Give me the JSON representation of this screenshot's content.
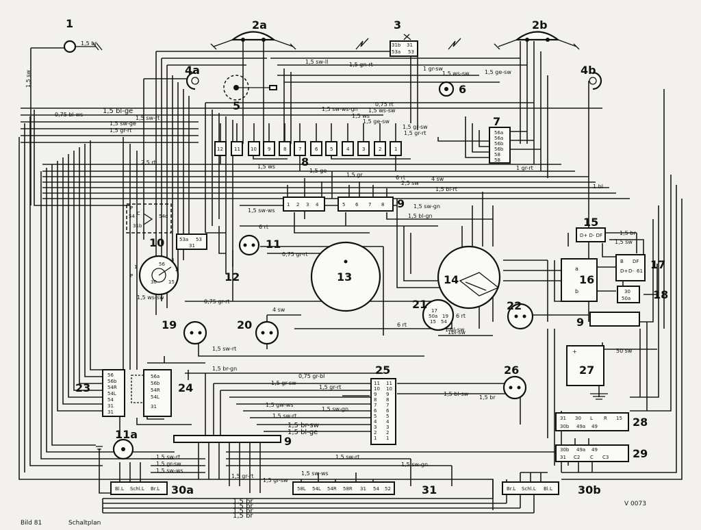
{
  "caption": {
    "figure": "Bild 81",
    "title": "Schaltplan",
    "code": "V 0073"
  },
  "components": {
    "c1": "1",
    "c2a": "2a",
    "c3": "3",
    "c2b": "2b",
    "c4a": "4a",
    "c4b": "4b",
    "c5": "5",
    "c6": "6",
    "c7": "7",
    "c8": "8",
    "c9a": "9",
    "c9b": "9",
    "c9c": "9",
    "c10": "10",
    "c11": "11",
    "c11a": "11a",
    "c12": "12",
    "c13": "13",
    "c14": "14",
    "c15": "15",
    "c16": "16",
    "c17": "17",
    "c18": "18",
    "c19": "19",
    "c20": "20",
    "c21": "21",
    "c22": "22",
    "c23": "23",
    "c24": "24",
    "c25": "25",
    "c26": "26",
    "c27": "27",
    "c28": "28",
    "c29": "29",
    "c30a": "30a",
    "c30b": "30b",
    "c31": "31"
  },
  "wires": {
    "w1": "1,5 br",
    "w2": "1,5 sw",
    "w3": "1,5 sw-ll",
    "w4": "1,5 gn-rt",
    "w5": "1 gr-sw",
    "w6": "1,5 ws-sw",
    "w7": "1,5 ge-sw",
    "w8": "0,75 rt",
    "w9": "1,5 bl-ge",
    "w10": "0,75 bl-ws",
    "w11": "1,5 sw-rt",
    "w12": "1,5 sw-ge",
    "w13": "1,5 gr-rt",
    "w14": "1,5 sw-ws-gn",
    "w15": "1,5 ws-sw",
    "w16": "1,5 ws",
    "w17": "1,5 ge-sw",
    "w18": "1,5 gr-sw",
    "w19": "1,5 gr-rt",
    "w20": "2,5 rt",
    "w21": "1,5 ws",
    "w22": "1,5 ge",
    "w23": "1 gr-rt",
    "w24": "1,5 gr",
    "w25": "6 rt",
    "w26": "4 sw",
    "w27": "2,5 sw",
    "w28": "1,5 bl-rt",
    "w29": "1,5 bl-gn",
    "w30": "1,5 sw-gn",
    "w31": "1,5 sw-ws",
    "w32": "6 rt",
    "w33": "0,75 gr-rt",
    "w34": "1,5 ws-sw",
    "w35": "0,75 gr-rt",
    "w36": "4 sw",
    "w37": "6 rt",
    "w38": "1 bl-sw",
    "w39": "1,5 sw-rt",
    "w40": "1,5 br-gn",
    "w41": "0,75 gr-bl",
    "w42": "1,5 gr-sw",
    "w43": "1,5 gr-rt",
    "w44": "1,5 gw-ws",
    "w45": "1,5 sw-gn",
    "w46": "1,5 sw-rt",
    "w47": "1,5 br-sw",
    "w48": "1,5 bl-ge",
    "w49": "1,5 bl-sw",
    "w50": "1,5 br",
    "w51": "1,5 sw-rt",
    "w52": "1,5 gr-sw",
    "w53": "1,5 sw-ws",
    "w54": "1,5 sw-rt",
    "w55": "1,5 sw-gn",
    "w56": "1,5 sw-ws",
    "w57": "1,5 gr-rt",
    "w58": "1,5 gr-sw",
    "w59": "1,5 br",
    "w60": "1,5 br",
    "w61": "1,5 br",
    "w62": "1,5 br",
    "w63": "50 sw",
    "w64": "1 bl",
    "w65": "1bl-sw",
    "w66": "1,5 br",
    "w67": "1,5 sw",
    "w68": "6 rt"
  },
  "terminals": {
    "t7": [
      "56a",
      "56a",
      "56b",
      "56b",
      "58",
      "58"
    ],
    "t8": [
      "12",
      "11",
      "10",
      "9",
      "8",
      "7",
      "6",
      "5",
      "4",
      "3",
      "2",
      "1"
    ],
    "t9": [
      "1",
      "2",
      "3",
      "4",
      "5",
      "6",
      "7",
      "8"
    ],
    "t15": "D+ D- DF",
    "t16": [
      "a",
      "b"
    ],
    "t17": [
      "B",
      "DF",
      "D+",
      "D-",
      "61"
    ],
    "t18": [
      "30",
      "50a"
    ],
    "t21": [
      "17",
      "50a",
      "19",
      "15",
      "54"
    ],
    "t23": [
      "56",
      "56b",
      "54R",
      "54L",
      "54",
      "31",
      "31"
    ],
    "t24": [
      "56a",
      "56b",
      "54R",
      "54L",
      "31"
    ],
    "t25L": [
      "11",
      "10",
      "9",
      "8",
      "7",
      "6",
      "5",
      "4",
      "3",
      "2",
      "1"
    ],
    "t25R": [
      "11",
      "10",
      "9",
      "8",
      "7",
      "6",
      "5",
      "4",
      "3",
      "2",
      "1"
    ],
    "t28": [
      "31",
      "30",
      "L",
      "R",
      "15"
    ],
    "t28b": [
      "30b",
      "49a",
      "49"
    ],
    "t29a": [
      "30b",
      "49a",
      "49"
    ],
    "t29b": [
      "31",
      "C2",
      "C",
      "C3"
    ],
    "t30a": [
      "Bl.L",
      "Schl.L",
      "Br.L"
    ],
    "t30b": [
      "Br.L",
      "Schl.L",
      "Bl.L"
    ],
    "t31": [
      "58L",
      "54L",
      "54R",
      "58R",
      "31",
      "54",
      "52"
    ],
    "t10": [
      "P",
      "C",
      "54",
      "54d",
      "31b",
      "53a",
      "53",
      "31"
    ],
    "t12": [
      "56",
      "3",
      "1",
      "P",
      "2",
      "30",
      "15"
    ],
    "t3": [
      "31b",
      "31",
      "53a",
      "53"
    ],
    "t27": "+"
  }
}
